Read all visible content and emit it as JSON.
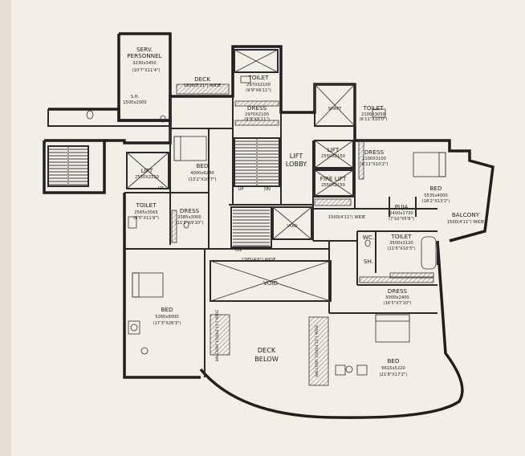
{
  "rooms": {
    "serv_personnel": {
      "name_1": "SERV.",
      "name_2": "PERSONNEL",
      "size_mm": "3230x3450",
      "size_ft": "(10'7\"X11'4\")"
    },
    "sh_small": {
      "name": "S.H.",
      "size_mm": "1500x2000"
    },
    "deck_top": {
      "name": "DECK",
      "dimension": "1800(5'11\") WIDE"
    },
    "toilet_top": {
      "name": "TOILET",
      "size_mm": "2970X2100",
      "size_ft": "(9'9\"X6'11\")"
    },
    "dress_top": {
      "name": "DRESS",
      "size_mm": "2970X2100",
      "size_ft": "(9'9\"X6'11\")"
    },
    "bed_upper_left": {
      "name": "BED",
      "size_mm": "4000x6280",
      "size_ft": "(13'2\"X20'7\")"
    },
    "lift_lobby": {
      "name_1": "LIFT",
      "name_2": "LOBBY"
    },
    "lift_left": {
      "name": "LIFT",
      "size_mm": "2550X2150"
    },
    "lift_center": {
      "name": "LIFT",
      "size_mm": "2550X2150"
    },
    "fire_lift": {
      "name": "FIRE LIFT",
      "size_mm": "2550X2150"
    },
    "shaft": {
      "name": "SHAFT"
    },
    "toilet_upper_right": {
      "name": "TOILET",
      "size_mm": "2100X3050",
      "size_ft": "(6'11\"X10'0\")"
    },
    "dress_upper_right": {
      "name": "DRESS",
      "size_mm": "2100X3100",
      "size_ft": "(6'11\"X10'2\")"
    },
    "bed_upper_right": {
      "name": "BED",
      "size_mm": "5535x4000",
      "size_ft": "(18'2\"X13'2\")"
    },
    "balcony_right": {
      "name": "BALCONY",
      "dimension": "1500(4'11\") WIDE"
    },
    "pooja": {
      "name": "PUJA",
      "size_mm": "2400x1730",
      "size_ft": "(7'10\"X5'8\")"
    },
    "corridor_right": {
      "dimension": "1500(4'11\") WIDE"
    },
    "toilet_left": {
      "name": "TOILET",
      "size_mm": "2565x3565",
      "size_ft": "(8'5\"X11'8\")"
    },
    "dress_left": {
      "name": "DRESS",
      "size_mm": "3385x3000",
      "size_ft": "(11'1\"X9'10\")"
    },
    "void_small": {
      "name": "VOID"
    },
    "corridor_mid": {
      "dimension": "1385(4'6\") WIDE"
    },
    "void_large": {
      "name": "VOID"
    },
    "wc": {
      "name": "WC."
    },
    "sh_right": {
      "name": "SH."
    },
    "toilet_right": {
      "name": "TOILET",
      "size_mm": "3500x3120",
      "size_ft": "(11'6\"X10'3\")"
    },
    "dress_right": {
      "name": "DRESS",
      "size_mm": "5000x2400",
      "size_ft": "(16'5\"X7'10\")"
    },
    "bed_lower_left": {
      "name": "BED",
      "size_mm": "5260x8000",
      "size_ft": "(17'3\"X26'3\")"
    },
    "balcony_left_strip": {
      "text": "BALCONY 1500(4'11\") WIDE"
    },
    "deck_below": {
      "name_1": "DECK",
      "name_2": "BELOW"
    },
    "balcony_right_strip": {
      "text": "BALCONY 1500(4'11\") WIDE"
    },
    "bed_lower_right": {
      "name": "BED",
      "size_mm": "6615x5220",
      "size_ft": "(21'8\"X17'2\")"
    }
  },
  "markers": {
    "up": "UP",
    "dn": "DN"
  }
}
